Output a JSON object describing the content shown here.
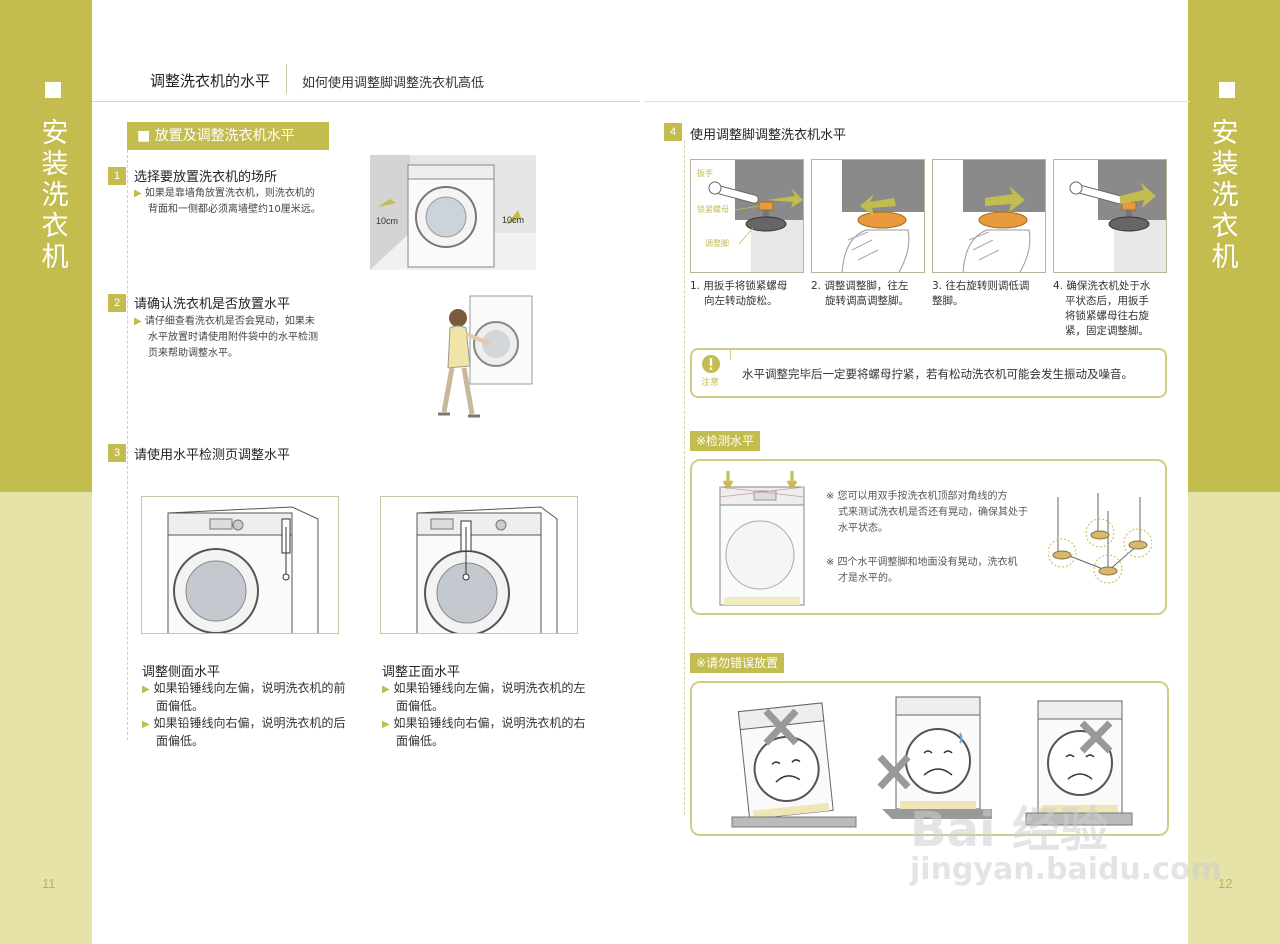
{
  "side": {
    "left_title": "安装洗衣机",
    "right_title": "安装洗衣机",
    "left_page": "11",
    "right_page": "12"
  },
  "header": {
    "title": "调整洗衣机的水平",
    "subtitle": "如何使用调整脚调整洗衣机高低"
  },
  "section": {
    "heading": "■ 放置及调整洗衣机水平"
  },
  "steps": [
    {
      "num": "1",
      "title": "选择要放置洗衣机的场所",
      "note_lines": [
        "如果是靠墙角放置洗衣机，则洗衣机的",
        "背面和一侧都必须离墙壁约10厘米远。"
      ],
      "dim_left": "10cm",
      "dim_right": "10cm"
    },
    {
      "num": "2",
      "title": "请确认洗衣机是否放置水平",
      "note_lines": [
        "请仔细查看洗衣机是否会晃动，如果未",
        "水平放置时请使用附件袋中的水平检测",
        "页来帮助调整水平。"
      ]
    },
    {
      "num": "3",
      "title": "请使用水平检测页调整水平"
    }
  ],
  "level_captions": [
    {
      "title": "调整侧面水平",
      "bullets": [
        "如果铅锤线向左偏，说明洗衣机的前面偏低。",
        "如果铅锤线向右偏，说明洗衣机的后面偏低。"
      ]
    },
    {
      "title": "调整正面水平",
      "bullets": [
        "如果铅锤线向左偏，说明洗衣机的左面偏低。",
        "如果铅锤线向右偏，说明洗衣机的右面偏低。"
      ]
    }
  ],
  "step4": {
    "num": "4",
    "title": "使用调整脚调整洗衣机水平",
    "labels": [
      "扳手",
      "锁紧螺母",
      "调整脚"
    ],
    "captions": [
      [
        "1. 用扳手将锁紧螺母",
        "向左转动旋松。"
      ],
      [
        "2. 调整调整脚，往左",
        "旋转调高调整脚。"
      ],
      [
        "3. 往右旋转则调低调",
        "整脚。"
      ],
      [
        "4. 确保洗衣机处于水",
        "平状态后，用扳手",
        "将锁紧螺母往右旋",
        "紧，固定调整脚。"
      ]
    ]
  },
  "caution": {
    "label": "注意",
    "text": "水平调整完毕后一定要将螺母拧紧，若有松动洗衣机可能会发生振动及噪音。"
  },
  "detect": {
    "tag": "※检测水平",
    "notes": [
      [
        "※  您可以用双手按洗衣机顶部对角线的方",
        "式来测试洗衣机是否还有晃动，确保其处于",
        "水平状态。"
      ],
      [
        "※  四个水平调整脚和地面没有晃动，洗衣机",
        "才是水平的。"
      ]
    ]
  },
  "wrong": {
    "tag": "※请勿错误放置"
  },
  "watermark": {
    "line1": "Bai 经验",
    "line2": "jingyan.baidu.com"
  },
  "colors": {
    "accent": "#c3bc4e",
    "accent_light": "#e5e3a8",
    "orange": "#e89a3c"
  }
}
